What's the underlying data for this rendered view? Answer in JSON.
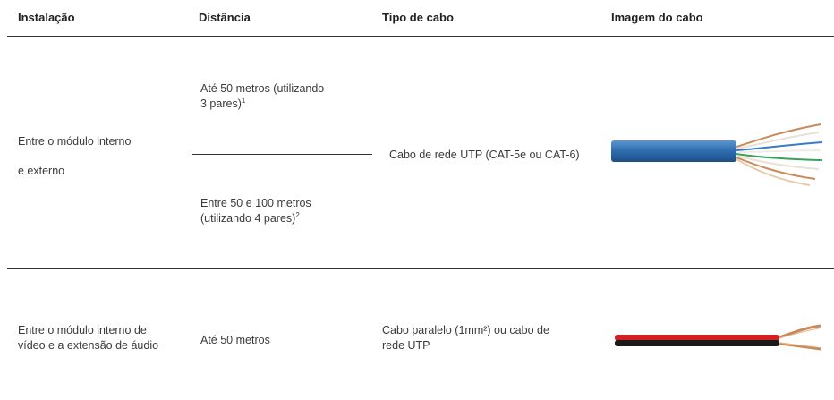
{
  "table": {
    "headers": [
      "Instalação",
      "Distância",
      "Tipo de cabo",
      "Imagem do cabo"
    ],
    "row1": {
      "installation_line1": "Entre o módulo interno",
      "installation_line2": "e externo",
      "distance_a_line1": "Até 50 metros (utilizando",
      "distance_a_line2": "3 pares)",
      "distance_a_note": "1",
      "distance_b_line1": "Entre 50 e 100 metros",
      "distance_b_line2": "(utilizando 4 pares)",
      "distance_b_note": "2",
      "cable_type": "Cabo de rede UTP (CAT-5e ou CAT-6)",
      "cable_image": "utp-cable-image"
    },
    "row2": {
      "installation_line1": "Entre o módulo interno de",
      "installation_line2": "vídeo e a extensão de áudio",
      "distance": "Até 50 metros",
      "cable_type_line1": "Cabo paralelo (1mm²) ou cabo de",
      "cable_type_line2": "rede UTP",
      "cable_image": "parallel-cable-image"
    }
  },
  "colors": {
    "utp_jacket": "#2f6fb1",
    "parallel_red": "#d42020",
    "parallel_black": "#1a1a1a",
    "copper": "#c98a5a"
  }
}
